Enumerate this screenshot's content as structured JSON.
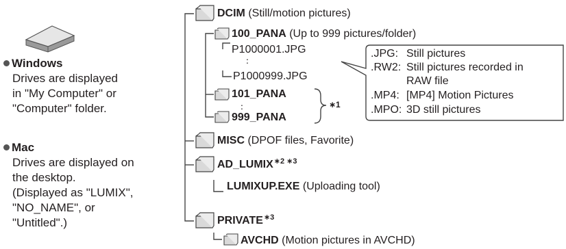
{
  "windows": {
    "heading": "Windows",
    "lines": [
      "Drives are displayed",
      "in \"My Computer\" or",
      "\"Computer\" folder."
    ]
  },
  "mac": {
    "heading": "Mac",
    "lines": [
      "Drives are displayed on",
      "the desktop.",
      "(Displayed as \"LUMIX\",",
      "\"NO_NAME\", or",
      "\"Untitled\".)"
    ]
  },
  "tree": {
    "dcim": {
      "name": "DCIM",
      "desc": "(Still/motion pictures)"
    },
    "pana100": {
      "name": "100_PANA",
      "desc": "(Up to 999 pictures/folder)"
    },
    "file_first": "P1000001.JPG",
    "file_last": "P1000999.JPG",
    "pana101": {
      "name": "101_PANA"
    },
    "pana999": {
      "name": "999_PANA"
    },
    "note1": "∗1",
    "misc": {
      "name": "MISC",
      "desc": "(DPOF files, Favorite)"
    },
    "ad_lumix": {
      "name": "AD_LUMIX",
      "mark": "∗2 ∗3"
    },
    "lumixup": {
      "name": "LUMIXUP.EXE",
      "desc": "(Uploading tool)"
    },
    "private": {
      "name": "PRIVATE",
      "mark": "∗3"
    },
    "avchd": {
      "name": "AVCHD",
      "desc": "(Motion pictures in AVCHD)"
    }
  },
  "callout": {
    "rows": [
      {
        "ext": ".JPG:",
        "text": "Still pictures"
      },
      {
        "ext": ".RW2:",
        "text": "Still pictures recorded in"
      },
      {
        "ext": "",
        "text": "RAW file"
      },
      {
        "ext": ".MP4:",
        "text": "[MP4] Motion Pictures"
      },
      {
        "ext": ".MPO:",
        "text": "3D still pictures"
      }
    ]
  },
  "colors": {
    "text": "#231f20",
    "folder_fill": "#d9d9d9",
    "folder_stroke": "#444444",
    "line": "#444444"
  }
}
